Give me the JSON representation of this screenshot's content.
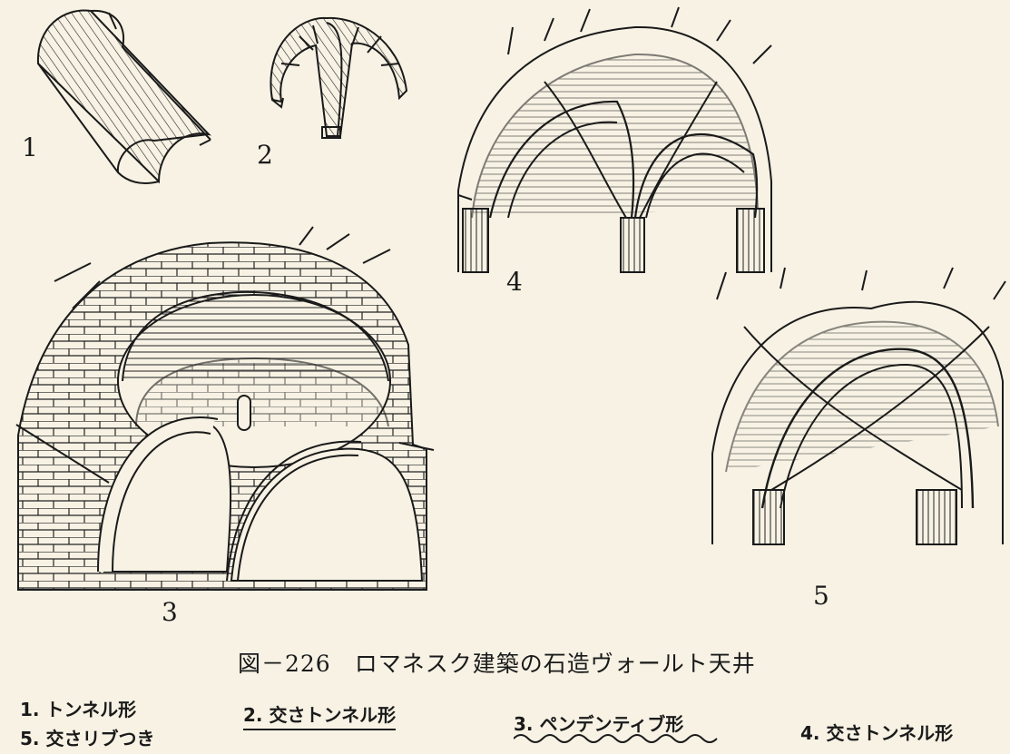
{
  "figures": [
    {
      "number": "1"
    },
    {
      "number": "2"
    },
    {
      "number": "3"
    },
    {
      "number": "4"
    },
    {
      "number": "5"
    }
  ],
  "caption": "図－226　ロマネスク建築の石造ヴォールト天井",
  "legend": [
    {
      "text": "1. トンネル形"
    },
    {
      "text": "2. 交さトンネル形"
    },
    {
      "text": "3. ペンデンティブ形"
    },
    {
      "text": "4. 交さトンネル形"
    },
    {
      "text": "5. 交さリブつき"
    }
  ],
  "colors": {
    "paper": "#f7f2e4",
    "ink": "#1a1a1a"
  }
}
